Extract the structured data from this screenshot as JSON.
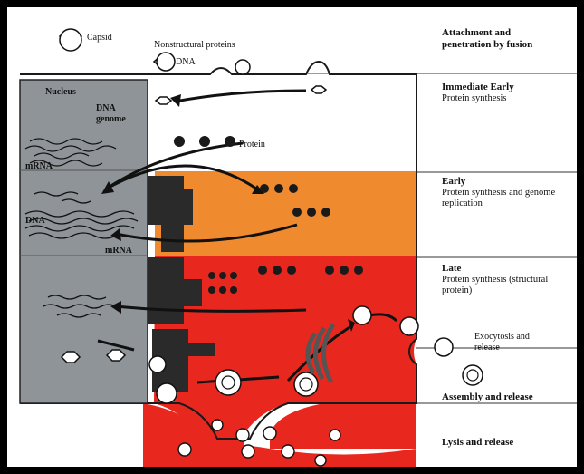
{
  "labels": {
    "capsid": "Capsid",
    "nonstructural_proteins": "Nonstructural proteins",
    "dna_top": "DNA",
    "nucleus": "Nucleus",
    "dna_genome": "DNA genome",
    "mrna_left": "mRNA",
    "protein": "Protein",
    "dna_mid": "DNA",
    "mrna_mid": "mRNA",
    "exocytosis": "Exocytosis and release"
  },
  "stages": [
    {
      "title": "Attachment and penetration by fusion",
      "subtitle": ""
    },
    {
      "title": "Immediate Early",
      "subtitle": "Protein synthesis"
    },
    {
      "title": "Early",
      "subtitle": "Protein synthesis and genome replication"
    },
    {
      "title": "Late",
      "subtitle": "Protein synthesis (structural protein)"
    },
    {
      "title": "Assembly and release",
      "subtitle": ""
    },
    {
      "title": "Lysis and release",
      "subtitle": ""
    }
  ],
  "colors": {
    "frame": "#000000",
    "nucleus": "#8e9497",
    "early_zone": "#f08a2e",
    "late_zone": "#e8281f",
    "membrane": "#1a1a1a"
  }
}
